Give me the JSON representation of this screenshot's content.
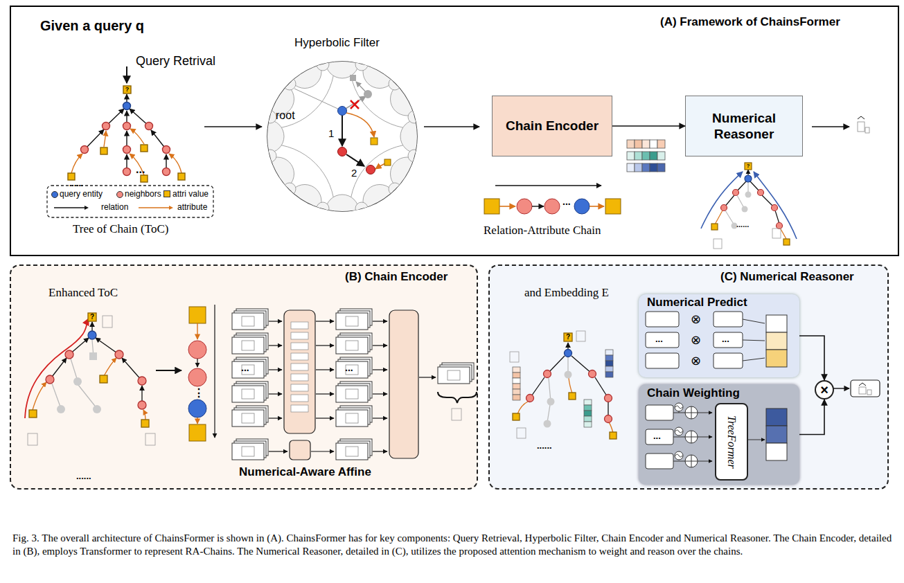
{
  "diagram": {
    "caption": "Fig. 3. The overall architecture of ChainsFormer is shown in (A). ChainsFormer has for key components: Query Retrieval, Hyperbolic Filter, Chain Encoder and Numerical Reasoner. The Chain Encoder, detailed in (B), employs Transformer to represent RA-Chains. The Numerical Reasoner, detailed in (C), utilizes the proposed attention mechanism to weight and reason over the chains.",
    "nodes": [
      {
        "text": [
          "(A) Framework of ChainsFormer"
        ]
      },
      {
        "text": [
          "Chain Encoder"
        ],
        "in": 0
      },
      {
        "text": [
          "Numerical Reasoner"
        ],
        "in": 0
      },
      {
        "text": [
          "(B) Chain Encoder"
        ]
      },
      {
        "text": [
          "(C) Numerical Reasoner"
        ]
      },
      {
        "text": [
          "Numerical Predict"
        ],
        "in": 4
      },
      {
        "text": [
          "Chain Weighting"
        ],
        "in": 4
      },
      {
        "text": [
          "TreeFormer"
        ],
        "in": 6
      },
      {
        "text": [
          "×"
        ],
        "in": 4
      }
    ],
    "edges": [
      {
        "from": 1,
        "to": 2,
        "arrow": "to"
      },
      {
        "from": 5,
        "to": 8,
        "arrow": "to"
      },
      {
        "from": 6,
        "to": 8,
        "arrow": "to"
      }
    ],
    "labels": [
      "Given a query q",
      "Query Retrival",
      "?",
      "......",
      "...",
      "Tree of Chain (ToC)",
      "Hyperbolic Filter",
      "root",
      "1",
      "2",
      "...",
      "Relation-Attribute Chain",
      "?",
      "......",
      "Enhanced ToC",
      "?",
      "......",
      "⋮",
      "...",
      "...",
      "Numerical-Aware Affine",
      "and Embedding E",
      "?",
      "......",
      "⊗",
      "⊗",
      "⊗",
      "...",
      "...",
      "..."
    ],
    "legend": [
      {
        "text": "query entity",
        "color": "#3b6fd4"
      },
      {
        "text": "neighbors",
        "color": "#f28b82"
      },
      {
        "text": "attri value",
        "color": "#f2b705"
      },
      {
        "text": "relation"
      },
      {
        "text": "attribute"
      }
    ]
  }
}
